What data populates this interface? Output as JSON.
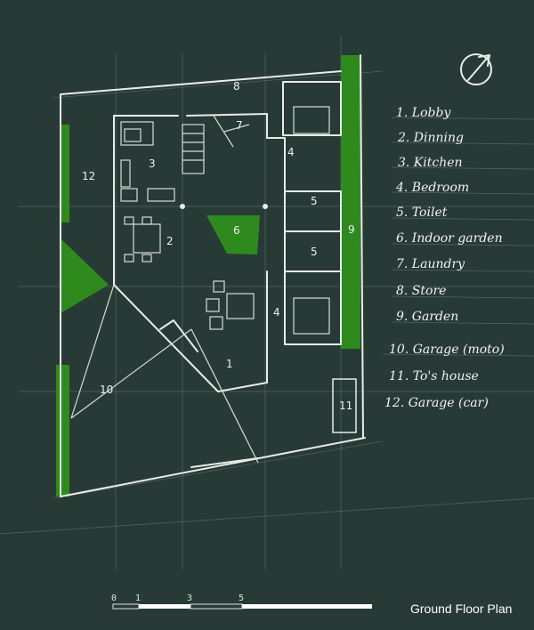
{
  "title": "Ground Floor Plan",
  "colors": {
    "background": "#283a36",
    "garden": "#2f8a1e",
    "lines": "#e8ece8"
  },
  "room_numbers": [
    "8",
    "7",
    "3",
    "12",
    "4",
    "5",
    "5",
    "9",
    "2",
    "6",
    "4",
    "1",
    "10",
    "11"
  ],
  "legend": [
    "1. Lobby",
    "2. Dinning",
    "3. Kitchen",
    "4. Bedroom",
    "5. Toilet",
    "6. Indoor garden",
    "7. Laundry",
    "8. Store",
    "9. Garden",
    "10. Garage (moto)",
    "11. To's house",
    "12. Garage (car)"
  ],
  "scale_bar": {
    "labels": [
      "0",
      "1",
      "3",
      "5"
    ]
  },
  "compass_icon": "north-arrow-icon"
}
